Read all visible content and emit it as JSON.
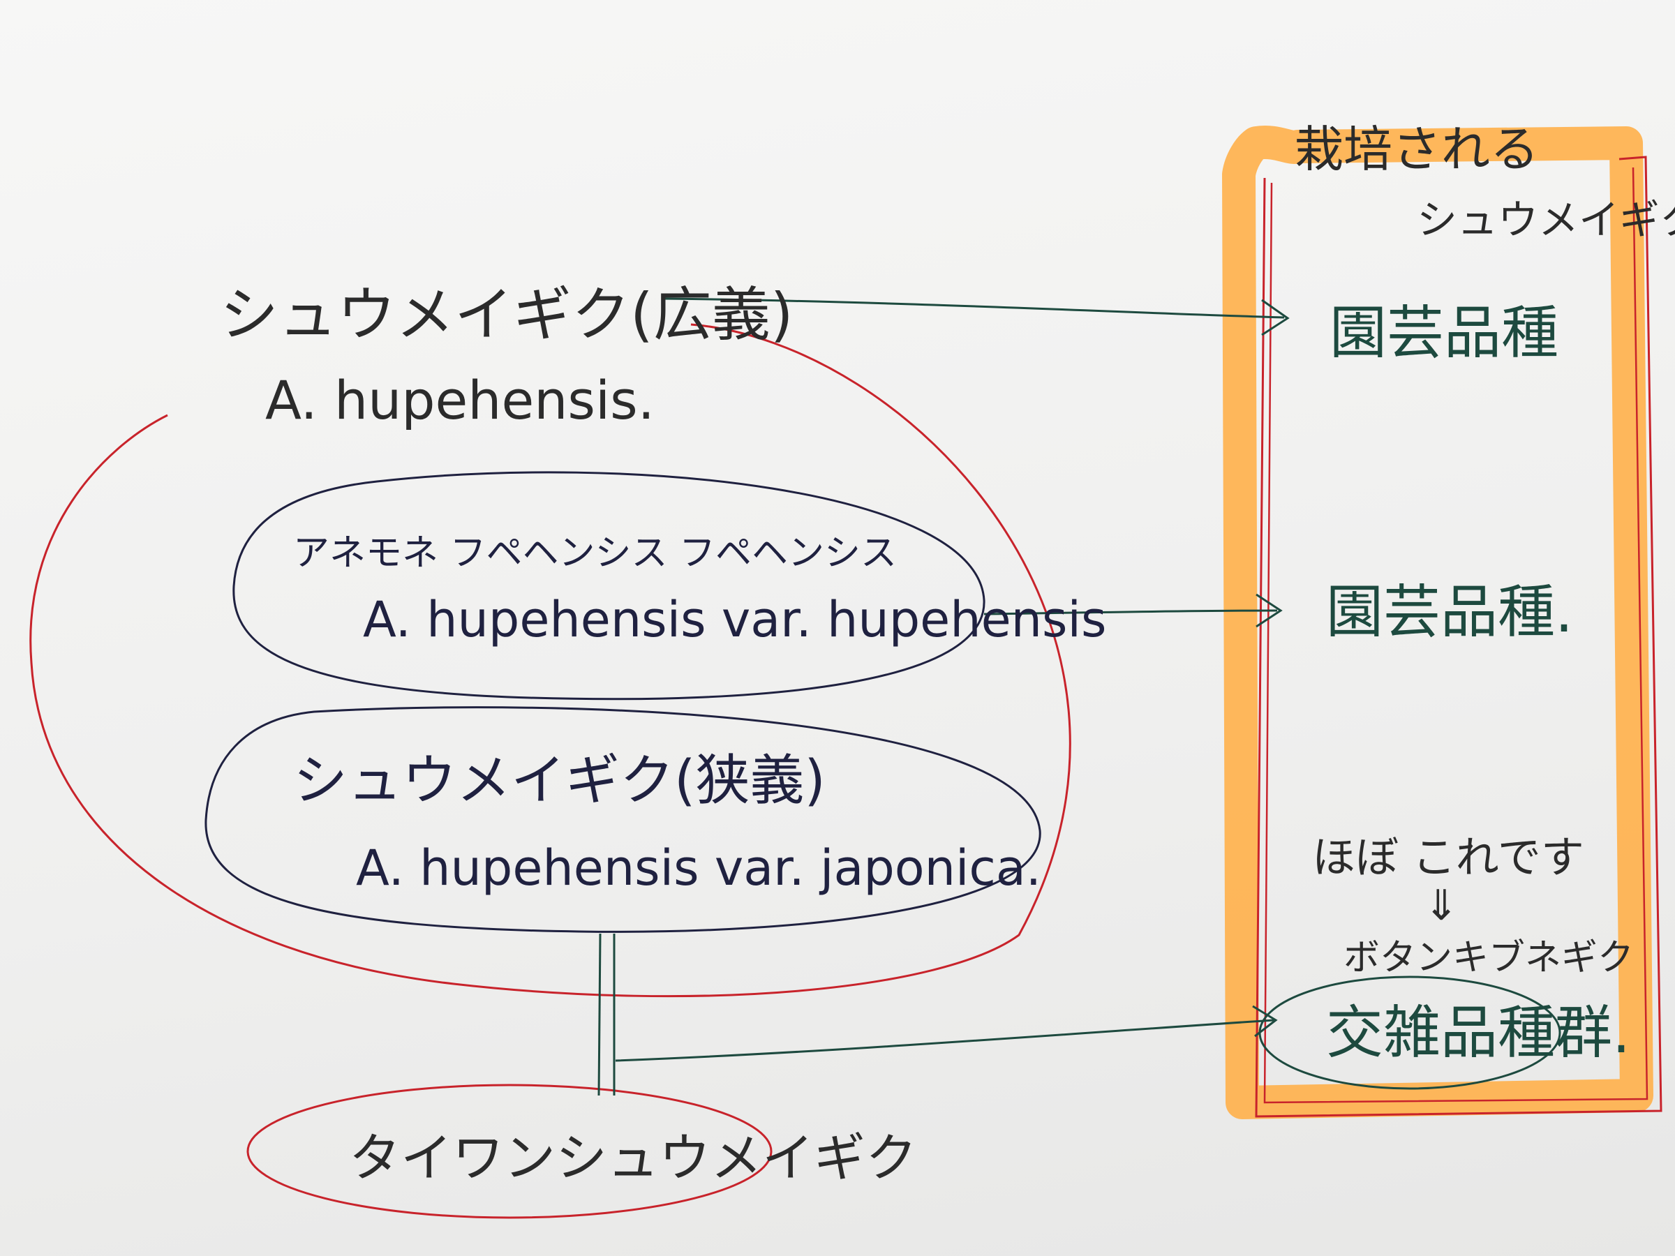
{
  "labels": {
    "broad_sense_jp": "シュウメイギク(広義)",
    "broad_sense_sci": "A. hupehensis.",
    "var_hupehensis_jp": "アネモネ フペヘンシス フペヘンシス",
    "var_hupehensis_sci": "A. hupehensis var. hupehensis",
    "narrow_sense_jp": "シュウメイギク(狭義)",
    "var_japonica_sci": "A. hupehensis var. japonica.",
    "taiwan": "タイワンシュウメイギク",
    "cultivated_title_1": "栽培される",
    "cultivated_title_2": "シュウメイギク",
    "cultivar_1": "園芸品種",
    "cultivar_2": "園芸品種.",
    "note_mostly": "ほぼ これです",
    "note_arrow": "⇓",
    "botan": "ボタンキブネギク",
    "hybrid": "交雑品種群."
  },
  "colors": {
    "red": "#c8232b",
    "navy": "#1f2140",
    "green": "#1d4a3f",
    "orange": "#ffb04a",
    "black": "#2b2b2b"
  }
}
